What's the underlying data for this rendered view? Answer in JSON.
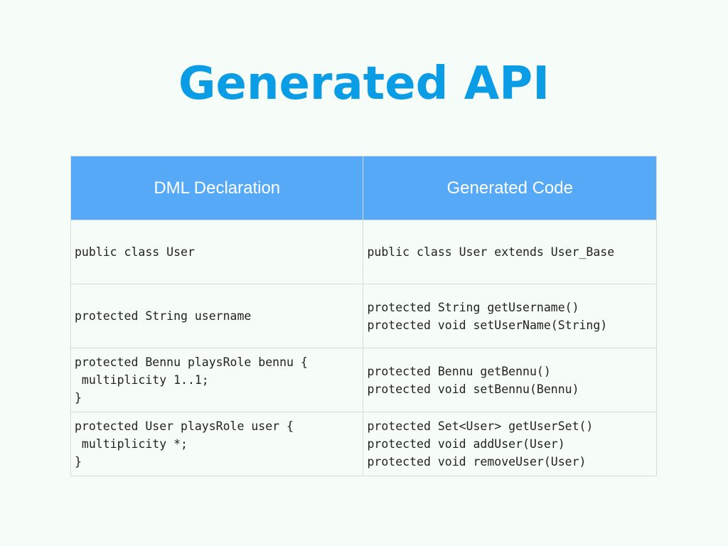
{
  "title": "Generated API",
  "table": {
    "headers": [
      "DML Declaration",
      "Generated Code"
    ],
    "rows": [
      {
        "dml": [
          "public class User"
        ],
        "code": [
          "public class User extends User_Base"
        ]
      },
      {
        "dml": [
          "protected String username"
        ],
        "code": [
          "protected String getUsername()",
          "protected void setUserName(String)"
        ]
      },
      {
        "dml": [
          "protected Bennu playsRole bennu {",
          " multiplicity 1..1;",
          "}"
        ],
        "code": [
          "protected Bennu getBennu()",
          "protected void setBennu(Bennu)"
        ]
      },
      {
        "dml": [
          "protected User playsRole user {",
          " multiplicity *;",
          "}"
        ],
        "code": [
          "protected Set<User> getUserSet()",
          "protected void addUser(User)",
          "protected void removeUser(User)"
        ]
      }
    ]
  }
}
